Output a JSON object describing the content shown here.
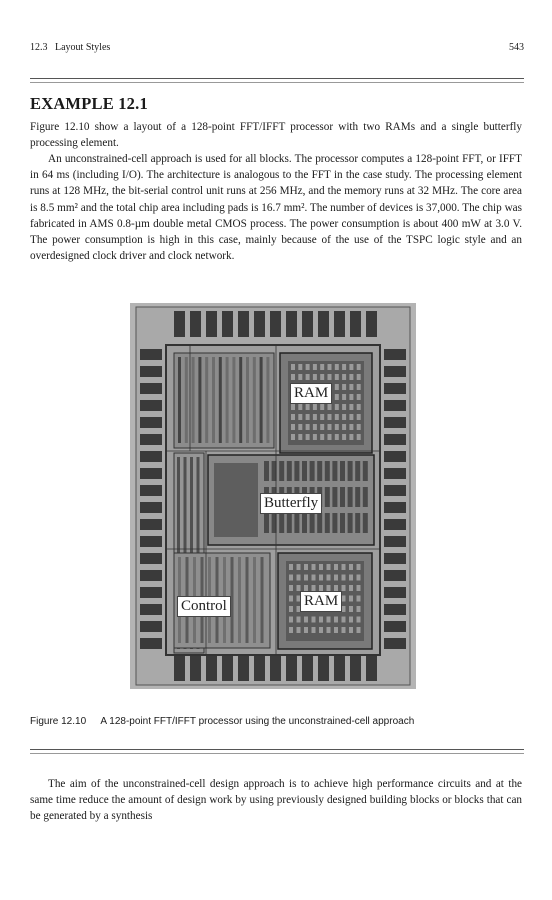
{
  "header": {
    "section": "12.3   Layout Styles",
    "page_number": "543"
  },
  "example": {
    "heading": "EXAMPLE 12.1",
    "paragraphs": [
      "Figure 12.10 show a layout of a 128-point FFT/IFFT processor with two RAMs and a single butterfly processing element.",
      "An unconstrained-cell approach is used for all blocks. The processor computes a 128-point FFT, or IFFT in 64 ms (including I/O). The architecture is analogous to the FFT in the case study. The processing element runs at 128 MHz, the bit-serial control unit runs at 256 MHz, and the memory runs at 32 MHz. The core area is 8.5 mm² and the total chip area including pads is 16.7 mm². The number of devices is 37,000. The chip was fabricated in AMS 0.8-µm double metal CMOS process. The power consumption is about 400 mW at 3.0 V. The power consumption is high in this case, mainly because of the use of the TSPC logic style and an overdesigned clock driver and clock network."
    ]
  },
  "figure": {
    "labels": {
      "ram_top": "RAM",
      "butterfly": "Butterfly",
      "control": "Control",
      "ram_bottom": "RAM"
    },
    "caption_number": "Figure 12.10",
    "caption_text": "A 128-point FFT/IFFT processor using the unconstrained-cell approach"
  },
  "body_paragraph": "The aim of the unconstrained-cell design approach is to achieve high performance circuits and at the same time reduce the amount of design work by using previously designed building blocks or blocks that can be generated by a synthesis"
}
